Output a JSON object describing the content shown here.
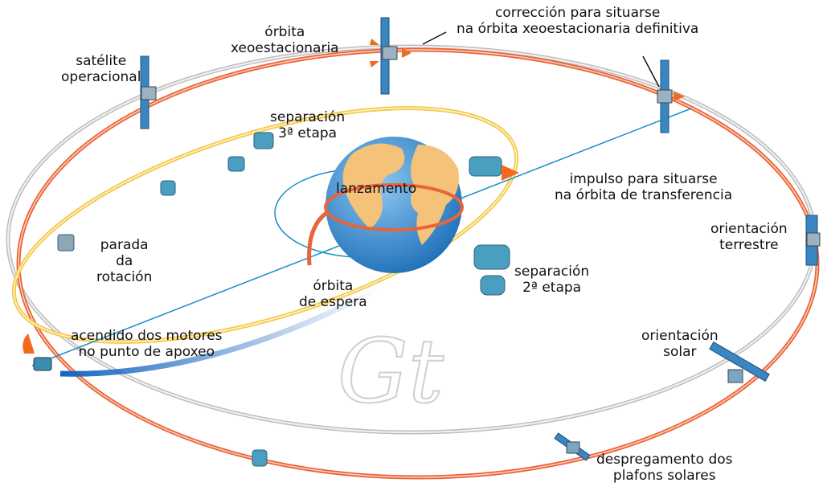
{
  "labels": {
    "operational_satellite": [
      "satélite",
      "operacional"
    ],
    "geostationary_orbit": [
      "órbita",
      "xeoestacionaria"
    ],
    "correction": [
      "corrección para situarse",
      "na órbita xeoestacionaria definitiva"
    ],
    "third_stage_separation": [
      "separación",
      "3ª etapa"
    ],
    "launch": "lanzamento",
    "transfer_impulse": [
      "impulso para situarse",
      "na órbita de transferencia"
    ],
    "earth_orientation": [
      "orientación",
      "terrestre"
    ],
    "rotation_stop": [
      "parada",
      "da",
      "rotación"
    ],
    "second_stage_separation": [
      "separación",
      "2ª etapa"
    ],
    "parking_orbit": [
      "órbita",
      "de espera"
    ],
    "apogee_motor_firing": [
      "acendido dos motores",
      "no punto de apoxeo"
    ],
    "solar_orientation": [
      "orientación",
      "solar"
    ],
    "solar_panel_deployment": [
      "despregamento dos",
      "plafons solares"
    ]
  },
  "colors": {
    "geo_orbit": "#c8c8c8",
    "transfer_orbit": "#e8643a",
    "parking_orbit": "#f3c84a",
    "apsis_line": "#1a8fc8",
    "ocean": "#3b8fd0",
    "land": "#f5c27a"
  }
}
